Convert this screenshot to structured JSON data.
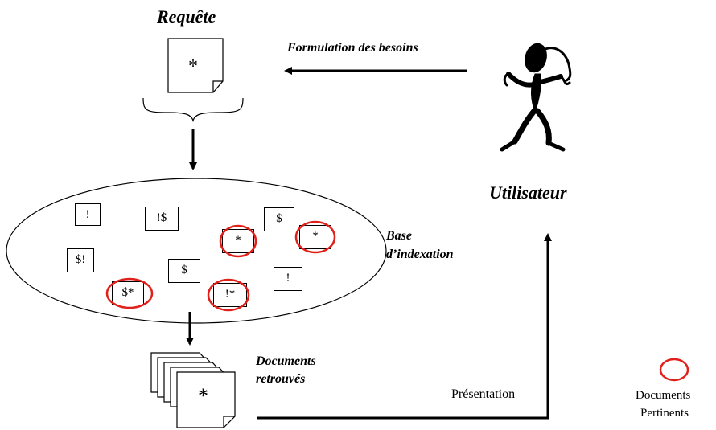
{
  "labels": {
    "requete": "Requête",
    "formulation": "Formulation des besoins",
    "utilisateur": "Utilisateur",
    "base_line1": "Base",
    "base_line2": "d’indexation",
    "documents_line1": "Documents",
    "documents_line2": "retrouvés",
    "presentation": "Présentation",
    "legend_line1": "Documents",
    "legend_line2": "Pertinents"
  },
  "query_symbol": "*",
  "result_symbol": "*",
  "index_documents": [
    {
      "symbol": "!",
      "relevant": false
    },
    {
      "symbol": "!$",
      "relevant": false
    },
    {
      "symbol": "$",
      "relevant": false
    },
    {
      "symbol": "*",
      "relevant": true
    },
    {
      "symbol": "*",
      "relevant": true
    },
    {
      "symbol": "$!",
      "relevant": false
    },
    {
      "symbol": "$",
      "relevant": false
    },
    {
      "symbol": "!",
      "relevant": false
    },
    {
      "symbol": "$*",
      "relevant": true
    },
    {
      "symbol": "!*",
      "relevant": true
    }
  ],
  "colors": {
    "relevant_circle": "#e0201a",
    "ink": "#000000"
  }
}
